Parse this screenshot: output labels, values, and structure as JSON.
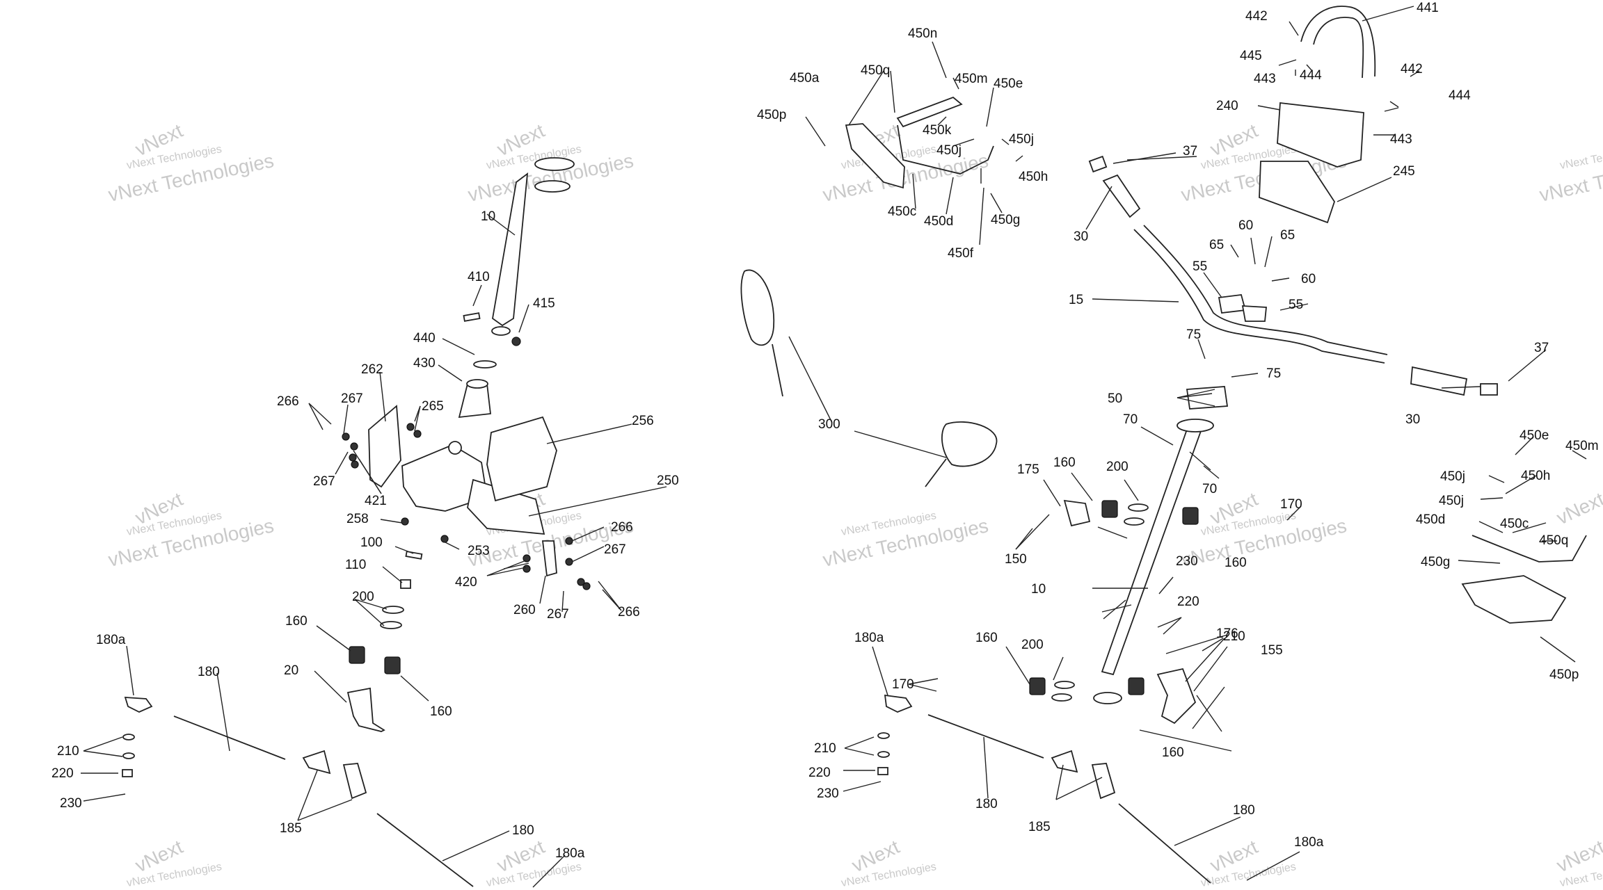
{
  "watermark": {
    "line1": "vNext Technologies",
    "line2": "vNext Technologies",
    "back": "vNext"
  },
  "labels": [
    "442",
    "441",
    "445",
    "444",
    "443",
    "442",
    "444",
    "240",
    "443",
    "245",
    "37",
    "30",
    "65",
    "60",
    "65",
    "60",
    "55",
    "15",
    "55",
    "75",
    "75",
    "50",
    "70",
    "70",
    "170",
    "175",
    "160",
    "200",
    "150",
    "230",
    "220",
    "210",
    "160",
    "176",
    "155",
    "160",
    "180a",
    "170",
    "160",
    "200",
    "210",
    "220",
    "230",
    "180",
    "185",
    "180",
    "180a",
    "10",
    "37",
    "30",
    "450e",
    "450m",
    "450j",
    "450h",
    "450j",
    "450c",
    "450d",
    "450q",
    "450g",
    "450p",
    "450n",
    "450a",
    "450q",
    "450m",
    "450e",
    "450p",
    "450k",
    "450j",
    "450j",
    "450h",
    "450c",
    "450d",
    "450g",
    "450f",
    "300",
    "410",
    "415",
    "10",
    "440",
    "430",
    "262",
    "266",
    "267",
    "265",
    "256",
    "267",
    "421",
    "258",
    "250",
    "253",
    "266",
    "100",
    "267",
    "420",
    "260",
    "267",
    "266",
    "110",
    "200",
    "160",
    "20",
    "160",
    "180a",
    "180",
    "210",
    "220",
    "230",
    "185",
    "180",
    "180a"
  ]
}
